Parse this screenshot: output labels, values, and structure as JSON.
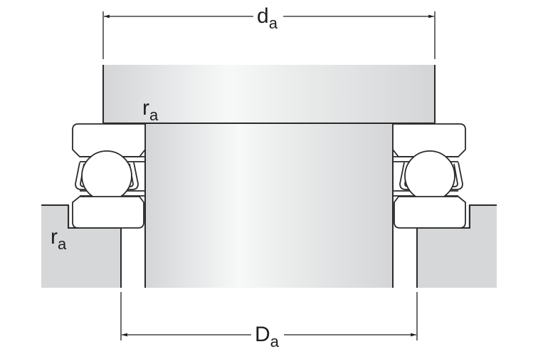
{
  "diagram": {
    "subject": "Thrust ball bearing mounting (cross-section)",
    "labels": {
      "shaft_abutment_diameter": {
        "main": "d",
        "sub": "a"
      },
      "housing_abutment_diameter": {
        "main": "D",
        "sub": "a"
      },
      "shaft_fillet_radius": {
        "main": "r",
        "sub": "a"
      },
      "housing_fillet_radius": {
        "main": "r",
        "sub": "a"
      }
    },
    "components": [
      "shaft shoulder",
      "shaft",
      "shaft washer",
      "balls with cage",
      "housing washer",
      "housing"
    ],
    "colors": {
      "outline": "#2a2a2a",
      "gray_fill": "#d6d7d9",
      "highlight": "#f6f7f7",
      "background": "#ffffff"
    }
  }
}
